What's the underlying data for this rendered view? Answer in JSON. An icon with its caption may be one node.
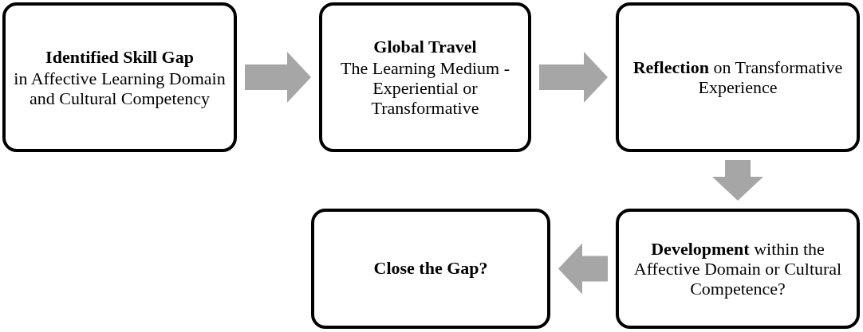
{
  "diagram": {
    "nodes": [
      {
        "text": [
          "Identified Skill Gap",
          "in Affective Learning Domain and Cultural Competency"
        ]
      },
      {
        "text": [
          "Global Travel",
          "The Learning Medium - Experiential or Transformative"
        ]
      },
      {
        "text": [
          "**Reflection** on Transformative Experience"
        ]
      },
      {
        "text": [
          "**Development** within the Affective Domain or Cultural Competence?"
        ]
      },
      {
        "text": [
          "Close the Gap?"
        ]
      }
    ],
    "edges": [
      {
        "from": 0,
        "to": 1,
        "arrow": "to"
      },
      {
        "from": 1,
        "to": 2,
        "arrow": "to"
      },
      {
        "from": 2,
        "to": 3,
        "arrow": "to"
      },
      {
        "from": 3,
        "to": 4,
        "arrow": "to"
      }
    ]
  }
}
